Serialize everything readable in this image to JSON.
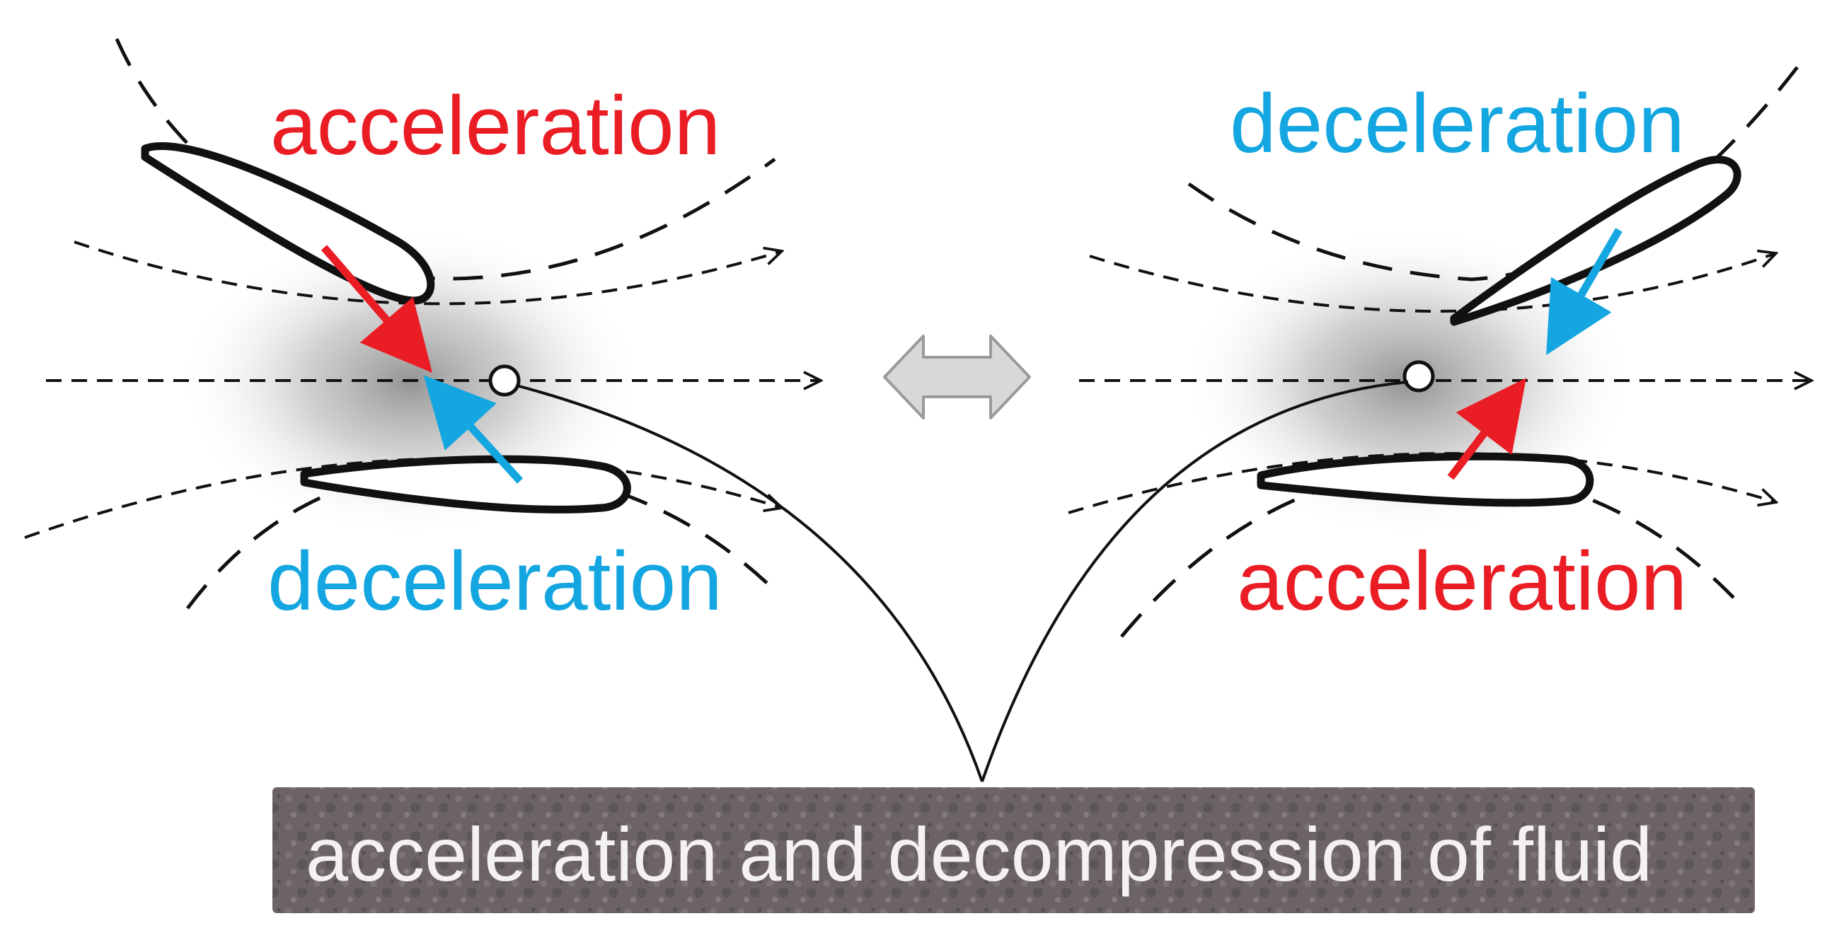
{
  "colors": {
    "acceleration": "#ea1c24",
    "deceleration": "#14a6e0",
    "line": "#111111",
    "banner": "#6c6464",
    "swap_arrow": "#d8d8d8"
  },
  "left_panel": {
    "top_label": "acceleration",
    "bottom_label": "deceleration"
  },
  "right_panel": {
    "top_label": "deceleration",
    "bottom_label": "acceleration"
  },
  "swap_icon": "double-headed-arrow-icon",
  "banner": {
    "text": "acceleration and decompression of fluid"
  }
}
